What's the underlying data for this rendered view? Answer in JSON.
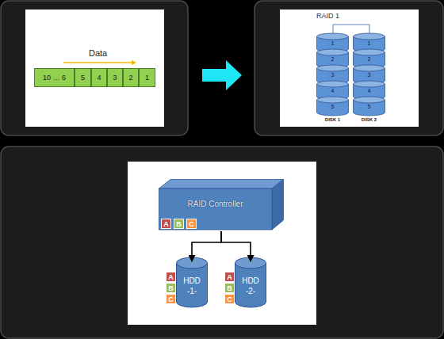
{
  "diagram": {
    "nodes": [
      {
        "text": [
          "10 … 6"
        ]
      },
      {
        "text": [
          "5"
        ]
      },
      {
        "text": [
          "4"
        ]
      },
      {
        "text": [
          "3"
        ]
      },
      {
        "text": [
          "2"
        ]
      },
      {
        "text": [
          "1"
        ]
      },
      {
        "text": [
          "DISK 1"
        ]
      },
      {
        "text": [
          "1"
        ],
        "in": 6
      },
      {
        "text": [
          "2"
        ],
        "in": 6
      },
      {
        "text": [
          "3"
        ],
        "in": 6
      },
      {
        "text": [
          "4"
        ],
        "in": 6
      },
      {
        "text": [
          "5"
        ],
        "in": 6
      },
      {
        "text": [
          "DISK 2"
        ]
      },
      {
        "text": [
          "1"
        ],
        "in": 12
      },
      {
        "text": [
          "2"
        ],
        "in": 12
      },
      {
        "text": [
          "3"
        ],
        "in": 12
      },
      {
        "text": [
          "4"
        ],
        "in": 12
      },
      {
        "text": [
          "5"
        ],
        "in": 12
      },
      {
        "text": [
          "RAID Controller"
        ]
      },
      {
        "text": [
          "A"
        ],
        "in": 18
      },
      {
        "text": [
          "B"
        ],
        "in": 18
      },
      {
        "text": [
          "C"
        ],
        "in": 18
      },
      {
        "text": [
          "HDD -1-"
        ]
      },
      {
        "text": [
          "A"
        ]
      },
      {
        "text": [
          "B"
        ]
      },
      {
        "text": [
          "C"
        ]
      },
      {
        "text": [
          "HDD -2-"
        ]
      },
      {
        "text": [
          "A"
        ]
      },
      {
        "text": [
          "B"
        ]
      },
      {
        "text": [
          "C"
        ]
      }
    ],
    "edges": [
      {
        "from": 18,
        "to": 22,
        "arrow": "to"
      },
      {
        "from": 18,
        "to": 26,
        "arrow": "to"
      }
    ],
    "labels": [
      "Data",
      "RAID 1"
    ]
  }
}
